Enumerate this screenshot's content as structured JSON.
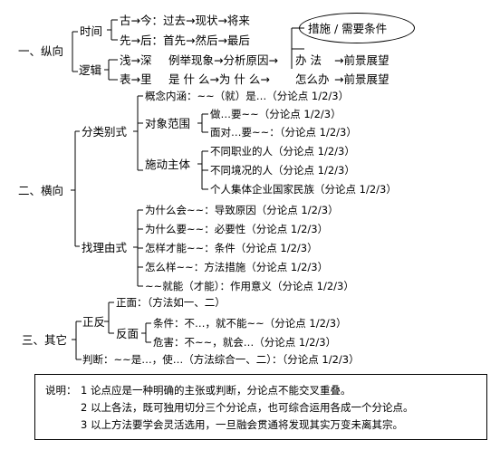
{
  "section1": {
    "title": "一、纵向",
    "time": {
      "label": "时间",
      "rows": [
        "古→今：过去→现状→将来",
        "先→后：首先→然后→最后"
      ]
    },
    "logic": {
      "label": "逻辑",
      "row1": {
        "a": "浅→深",
        "b": "例举现象→分析原因→",
        "c": "办  法",
        "d": "→前景展望"
      },
      "row2": {
        "a": "表→里",
        "b": "是  什  么→为  什  么→",
        "c": "怎么办",
        "d": "→前景展望"
      }
    },
    "callout": "措施 / 需要条件"
  },
  "section2": {
    "title": "二、横向",
    "classify": {
      "label": "分类别式",
      "concept": "概念内涵：~~（就）是…（分论点 1/2/3）",
      "object": {
        "label": "对象范围",
        "items": [
          "做…要~~（分论点 1/2/3）",
          "面对…要~~：（分论点 1/2/3）"
        ]
      },
      "actor": {
        "label": "施动主体",
        "items": [
          "不同职业的人（分论点 1/2/3）",
          "不同境况的人（分论点 1/2/3）",
          "个人集体企业国家民族（分论点 1/2/3）"
        ]
      }
    },
    "reasons": {
      "label": "找理由式",
      "items": [
        "为什么会~~：导致原因（分论点 1/2/3）",
        "为什么要~~：必要性（分论点 1/2/3）",
        "怎样才能~~：条件（分论点 1/2/3）",
        "怎么样~~：方法措施（分论点 1/2/3）",
        "~~就能（才能）：作用意义（分论点 1/2/3）"
      ]
    }
  },
  "section3": {
    "title": "三、其它",
    "proscons": {
      "label": "正反",
      "positive": "正面：（方法如一、二）",
      "negative": {
        "label": "反面",
        "items": [
          "条件：不…，就不能~~（分论点 1/2/3）",
          "危害：不~~，就会…（分论点 1/2/3）"
        ]
      }
    },
    "judge": "判断：~~是…，使…（方法综合一、二）：（分论点 1/2/3）"
  },
  "note": {
    "label": "说明：",
    "lines": [
      "1 论点应是一种明确的主张或判断，分论点不能交叉重叠。",
      "2 以上各法，既可独用切分三个分论点，也可综合运用各成一个分论点。",
      "3 以上方法要学会灵活选用，一旦融会贯通将发现其实万变未离其宗。"
    ]
  }
}
